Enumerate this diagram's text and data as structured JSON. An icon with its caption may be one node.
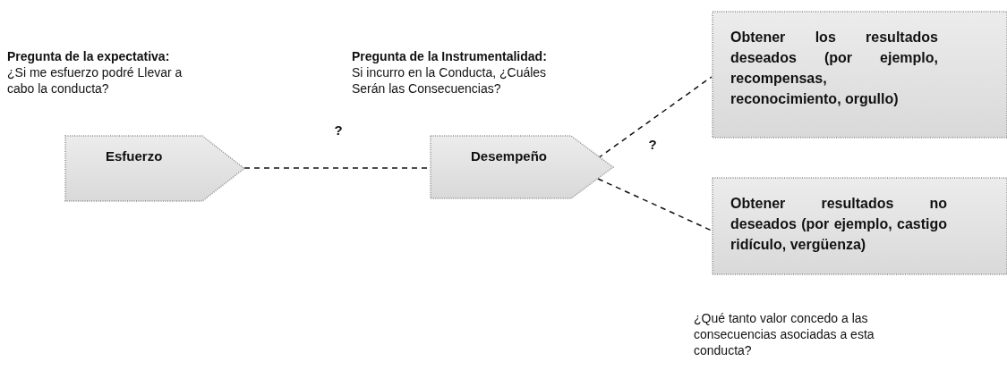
{
  "diagram": {
    "nodes": [
      {
        "text": [
          "Esfuerzo"
        ]
      },
      {
        "text": [
          "Desempeño"
        ]
      },
      {
        "text": [
          "Obtener los resultados deseados (por ejemplo, recompensas, reconocimiento, orgullo)"
        ]
      },
      {
        "text": [
          "Obtener resultados no deseados (por ejemplo, castigo ridículo, vergüenza)"
        ]
      }
    ],
    "edges": [
      {
        "from": 0,
        "to": 1,
        "arrow": "none",
        "label": "?",
        "style": "dashed"
      },
      {
        "from": 1,
        "to": 2,
        "arrow": "none",
        "label": "?",
        "style": "dashed"
      },
      {
        "from": 1,
        "to": 3,
        "arrow": "none",
        "style": "dashed"
      }
    ],
    "labels": [
      "Pregunta de la expectativa:",
      "¿Si me esfuerzo podré Llevar a cabo la conducta?",
      "Pregunta de la Instrumentalidad:",
      "Si incurro en la Conducta, ¿Cuáles Serán las Consecuencias?",
      "¿Qué tanto valor concedo a las consecuencias asociadas a esta conducta?"
    ]
  }
}
